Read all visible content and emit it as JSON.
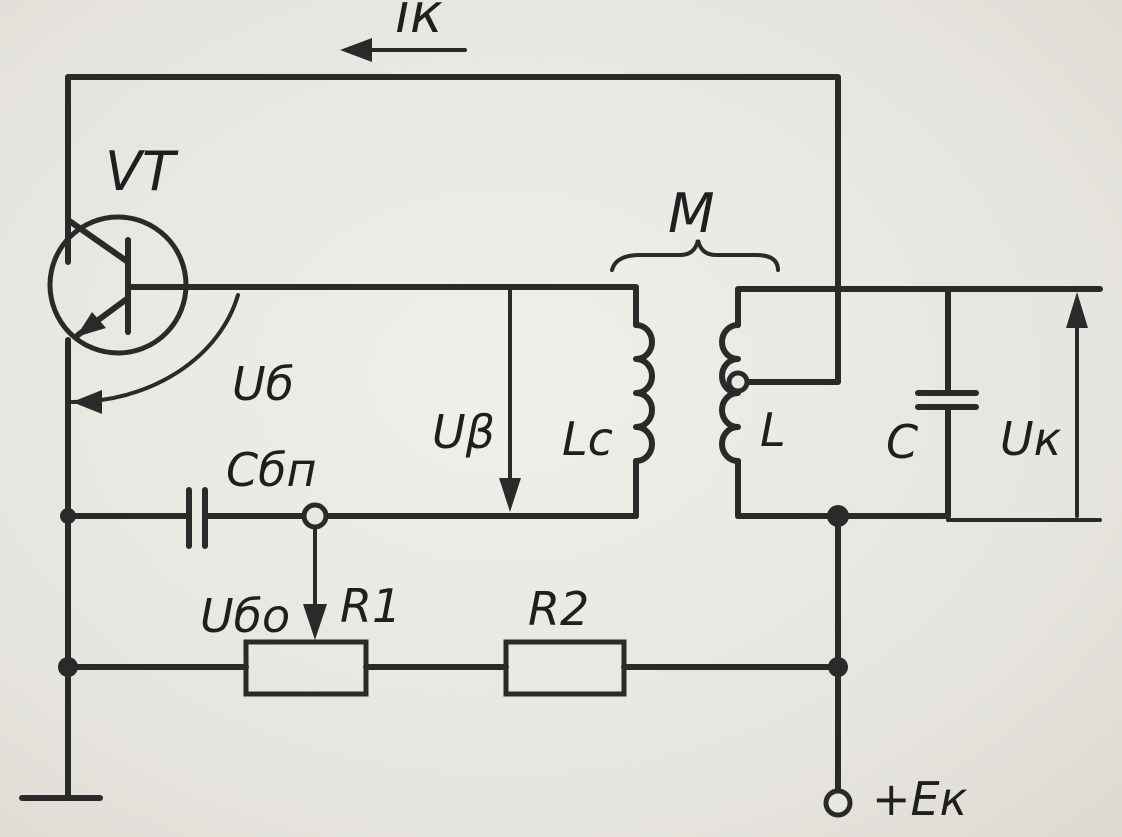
{
  "labels": {
    "ik": "iк",
    "vt": "VT",
    "m": "M",
    "ub": "Uб",
    "ubeta": "Uβ",
    "lc": "Lc",
    "l": "L",
    "c": "C",
    "uk": "Uк",
    "cbp": "Cбп",
    "ubo": "Uбо",
    "r1": "R1",
    "r2": "R2",
    "ek": "+Eк"
  },
  "colors": {
    "ink": "#2a2a2a",
    "paper": "#e9e7e2"
  }
}
